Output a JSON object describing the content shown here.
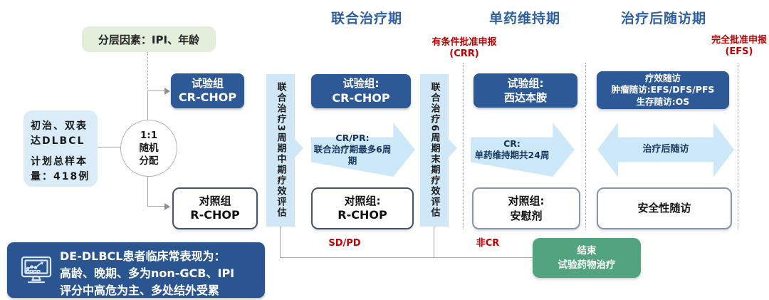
{
  "title_headers": {
    "combination": "联合治疗期",
    "maintenance": "单药维持期",
    "followup": "治疗后随访期"
  },
  "regulatory_notes": {
    "conditional": {
      "line1": "有条件批准申报",
      "line2": "(CRR)"
    },
    "full": {
      "line1": "完全批准申报",
      "line2": "(EFS)"
    }
  },
  "stratification": {
    "label": "分层因素：IPI、年龄"
  },
  "population": {
    "line1": "初治、双表达DLBCL",
    "line2": "计划总样本量：418例"
  },
  "randomization": {
    "ratio": "1:1",
    "line2": "随机",
    "line3": "分配"
  },
  "arms": {
    "exp_initial": {
      "line1": "试验组",
      "line2": "CR-CHOP"
    },
    "ctrl_initial": {
      "line1": "对照组",
      "line2": "R-CHOP"
    },
    "exp_combination": {
      "line1": "试验组:",
      "line2": "CR-CHOP"
    },
    "ctrl_combination": {
      "line1": "对照组:",
      "line2": "R-CHOP"
    },
    "exp_maintenance": {
      "line1": "试验组:",
      "line2": "西达本胺"
    },
    "ctrl_maintenance": {
      "line1": "对照组:",
      "line2": "安慰剂"
    }
  },
  "assessments": {
    "interim": "联合治疗3周期中期疗效评估",
    "final": "联合治疗6周期末期疗效评估"
  },
  "flow": {
    "arrow_combination": {
      "line1": "CR/PR:",
      "line2": "联合治疗期最多6周期"
    },
    "arrow_maintenance": {
      "line1": "CR:",
      "line2": "单药维持期共24周"
    },
    "arrow_followup": {
      "label": "治疗后随访"
    }
  },
  "followup_boxes": {
    "efficacy": {
      "line1": "疗效随访",
      "line2": "肿瘤随访:EFS/DFS/PFS",
      "line3": "生存随访:OS"
    },
    "safety": {
      "label": "安全性随访"
    }
  },
  "exit_labels": {
    "sd_pd": "SD/PD",
    "non_cr": "非CR"
  },
  "end_box": {
    "line1": "结束",
    "line2": "试验药物治疗"
  },
  "info_box": {
    "line1": "DE-DLBCL患者临床常表现为：",
    "line2": "高龄、晚期、多为non-GCB、IPI",
    "line3": "评分中高危为主、多处结外受累"
  },
  "colors": {
    "dark_blue": "#2d5a96",
    "info_blue": "#2b5591",
    "light_blue": "#cfe7f6",
    "panel_blue": "#d9ecf8",
    "light_green": "#e3efda",
    "end_green": "#52a47e",
    "header_blue": "#2e5f9e",
    "alert_red": "#c00000"
  }
}
